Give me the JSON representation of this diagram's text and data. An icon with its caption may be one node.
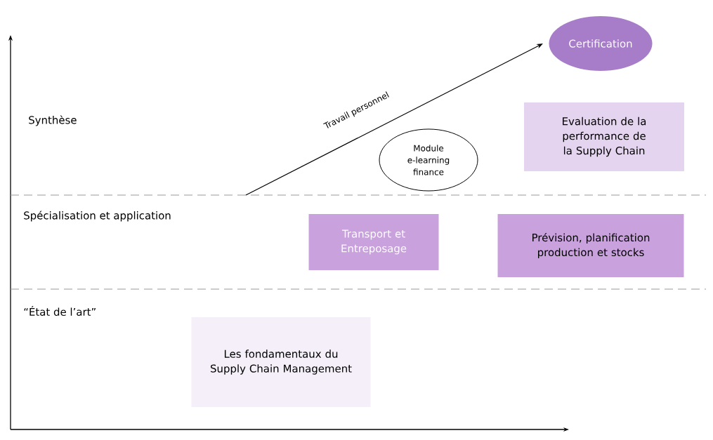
{
  "diagram": {
    "nodes": [
      {
        "text": [
          "Certification"
        ]
      },
      {
        "text": [
          "Evaluation de la performance de la Supply Chain"
        ]
      },
      {
        "text": [
          "Module e-learning finance"
        ]
      },
      {
        "text": [
          "Transport et Entreposage"
        ]
      },
      {
        "text": [
          "Prévision, planification production et stocks"
        ]
      },
      {
        "text": [
          "Les fondamentaux du Supply Chain Management"
        ]
      }
    ],
    "labels": [
      "Synthèse",
      "Spécialisation et application",
      "“État de l’art”",
      "Travail personnel"
    ]
  }
}
